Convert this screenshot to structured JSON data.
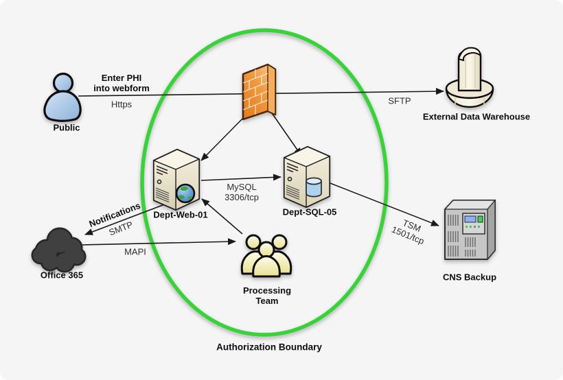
{
  "canvas": {
    "background": "#f5f5f5"
  },
  "boundary": {
    "label": "Authorization Boundary",
    "color": "#38d338"
  },
  "nodes": {
    "public": {
      "label": "Public",
      "icon": "person-icon",
      "color": "#a9c8e8"
    },
    "firewall": {
      "icon": "firewall-brick-wall-icon",
      "color": "#ee8a28"
    },
    "external_warehouse": {
      "label": "External Data Warehouse",
      "icon": "data-warehouse-icon",
      "color": "#f2ecd8"
    },
    "dept_web": {
      "label": "Dept-Web-01",
      "icon": "tower-server-globe-icon",
      "color": "#ece4cd"
    },
    "dept_sql": {
      "label": "Dept-SQL-05",
      "icon": "tower-server-database-icon",
      "color": "#ece4cd"
    },
    "office365": {
      "label": "Office 365",
      "icon": "cloud-icon",
      "color": "#3f3f3f"
    },
    "processing_team": {
      "line1": "Processing",
      "line2": "Team",
      "icon": "people-group-icon",
      "color": "#f2edbe"
    },
    "cns_backup": {
      "label": "CNS Backup",
      "icon": "backup-server-icon",
      "color": "#c6c6c6"
    }
  },
  "edges": {
    "webform": {
      "line1": "Enter PHI",
      "line2": "into webform",
      "protocol": "Https"
    },
    "sftp": {
      "protocol": "SFTP"
    },
    "mysql": {
      "protocol": "MySQL",
      "port": "3306/tcp"
    },
    "tsm": {
      "protocol": "TSM",
      "port": "1501/tcp"
    },
    "smtp": {
      "action": "Notifications",
      "protocol": "SMTP"
    },
    "mapi": {
      "protocol": "MAPI"
    }
  }
}
